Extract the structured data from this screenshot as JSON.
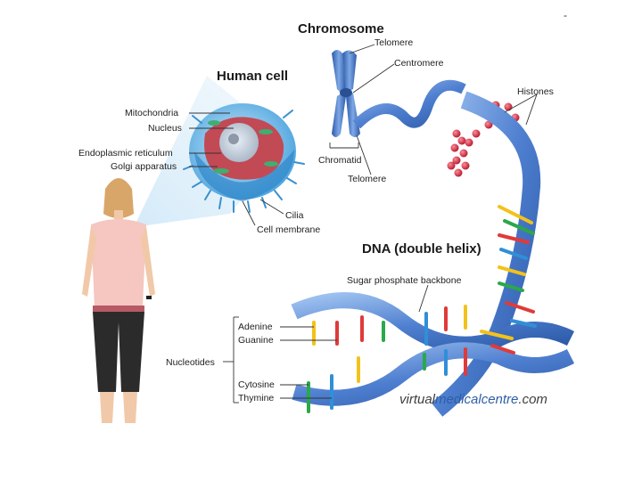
{
  "titles": {
    "chromosome": "Chromosome",
    "human_cell": "Human cell",
    "dna": "DNA (double helix)"
  },
  "chromosome_labels": {
    "telomere_top": "Telomere",
    "centromere": "Centromere",
    "histones": "Histones",
    "chromatid": "Chromatid",
    "telomere_bottom": "Telomere"
  },
  "cell_labels": {
    "mitochondria": "Mitochondria",
    "nucleus": "Nucleus",
    "er": "Endoplasmic reticulum",
    "golgi": "Golgi apparatus",
    "cilia": "Cilia",
    "membrane": "Cell membrane"
  },
  "dna_labels": {
    "backbone": "Sugar phosphate backbone",
    "adenine": "Adenine",
    "guanine": "Guanine",
    "nucleotides": "Nucleotides",
    "cytosine": "Cytosine",
    "thymine": "Thymine"
  },
  "watermark": {
    "part1": "virtual",
    "part2": "medicalcentre",
    "part3": ".com"
  },
  "corner_mark": "-",
  "colors": {
    "chromosome_blue": "#3a6fc4",
    "histone_red": "#d8293f",
    "dna_blue": "#4f7fd0",
    "adenine": "#f2c21c",
    "guanine": "#e03a3a",
    "cytosine": "#2aa84a",
    "thymine": "#2f8fd8",
    "cell_cyan": "#6fb8e8",
    "nucleus_red": "#c24a55",
    "shirt_pink": "#f6c6c0",
    "pants_black": "#2b2b2b"
  }
}
